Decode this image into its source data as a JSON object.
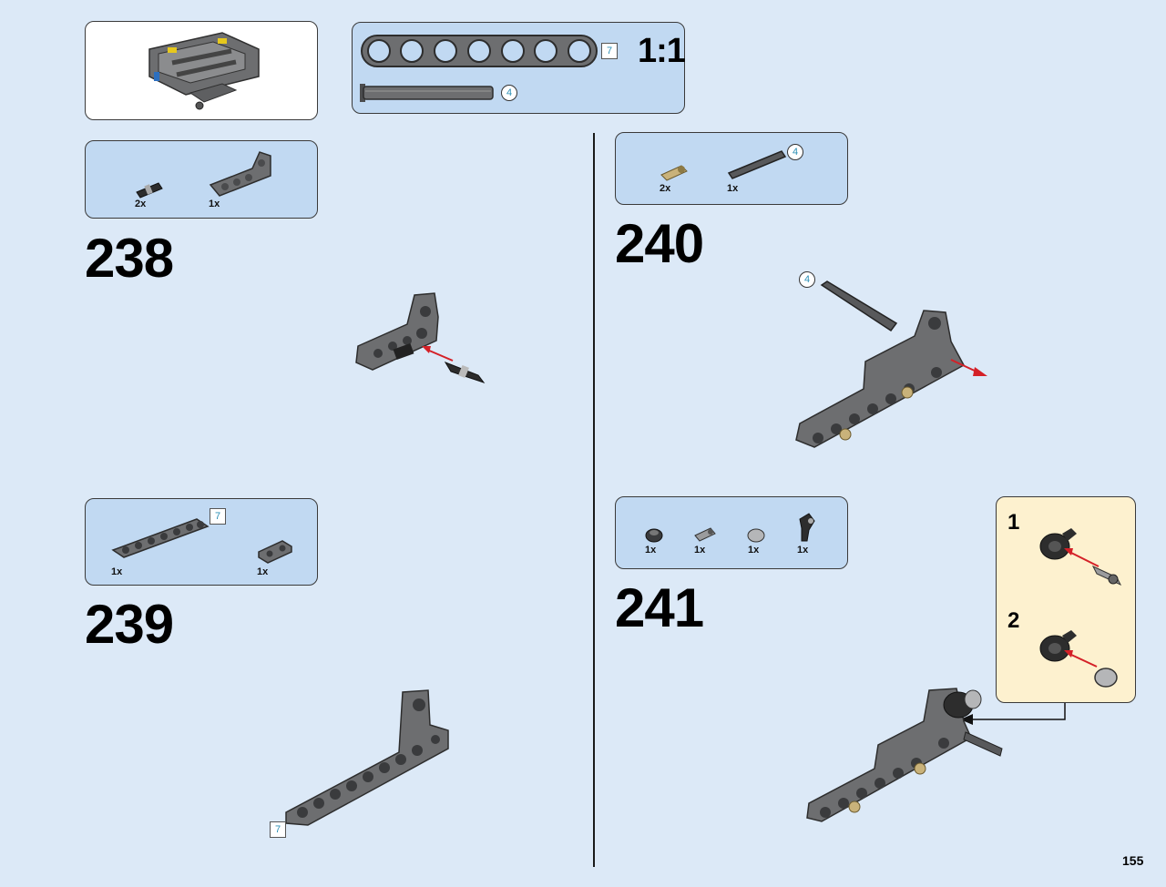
{
  "page": {
    "number": "155"
  },
  "scale_box": {
    "scale": "1:1",
    "beam_length": "7",
    "axle_length": "4"
  },
  "steps": [
    {
      "number": "238",
      "parts": [
        {
          "qty": "2x"
        },
        {
          "qty": "1x"
        }
      ]
    },
    {
      "number": "239",
      "parts": [
        {
          "qty": "1x",
          "length": "7"
        },
        {
          "qty": "1x"
        }
      ],
      "callout_length": "7"
    },
    {
      "number": "240",
      "parts": [
        {
          "qty": "2x"
        },
        {
          "qty": "1x",
          "length": "4"
        }
      ],
      "callout_length": "4"
    },
    {
      "number": "241",
      "parts": [
        {
          "qty": "1x"
        },
        {
          "qty": "1x"
        },
        {
          "qty": "1x"
        },
        {
          "qty": "1x"
        }
      ],
      "substeps": [
        {
          "number": "1"
        },
        {
          "number": "2"
        }
      ]
    }
  ],
  "colors": {
    "background": "#dce9f7",
    "parts_box": "#c1d9f2",
    "substep_box": "#fdf1cf",
    "arrow": "#d42027"
  }
}
